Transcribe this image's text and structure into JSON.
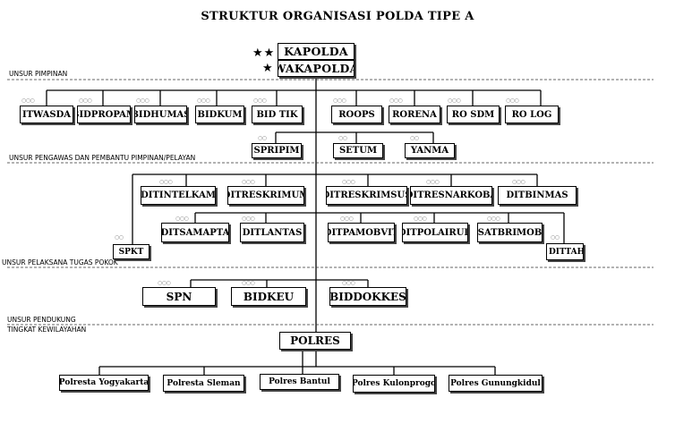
{
  "title": "STRUKTUR ORGANISASI POLDA TIPE A",
  "rank": {
    "double_star": "★★",
    "single_star": "★",
    "pip_triple": "○○○",
    "pip_double": "○○"
  },
  "sections": {
    "pimpinan": "UNSUR PIMPINAN",
    "pengawas": "UNSUR PENGAWAS DAN PEMBANTU PIMPINAN/PELAYAN",
    "pelaksana": "UNSUR PELAKSANA TUGAS POKOK",
    "pendukung": "UNSUR PENDUKUNG",
    "kewilayahan": "TINGKAT KEWILAYAHAN"
  },
  "leaders": {
    "kapolda": "KAPOLDA",
    "wakapolda": "WAKAPOLDA"
  },
  "staff_left": [
    "ITWASDA",
    "BIDPROPAM",
    "BIDHUMAS",
    "BIDKUM",
    "BID TIK"
  ],
  "staff_right": [
    "ROOPS",
    "RORENA",
    "RO SDM",
    "RO LOG"
  ],
  "pelayan": [
    "SPRIPIM",
    "SETUM",
    "YANMA"
  ],
  "directorates_row1": [
    "DITINTELKAM",
    "DITRESKRIMUM",
    "DITRESKRIMSUS",
    "DITRESNARKOBA",
    "DITBINMAS"
  ],
  "directorates_row2": [
    "DITSAMAPTA",
    "DITLANTAS",
    "DITPAMOBVIT",
    "DITPOLAIRUD",
    "SATBRIMOB"
  ],
  "spkt": "SPKT",
  "dittahti": "DITTAHTI",
  "support": [
    "SPN",
    "BIDKEU",
    "BIDDOKKES"
  ],
  "polres": "POLRES",
  "regional": [
    "Polresta Yogyakarta",
    "Polresta Sleman",
    "Polres Bantul",
    "Polres Kulonprogo",
    "Polres Gunungkidul"
  ]
}
